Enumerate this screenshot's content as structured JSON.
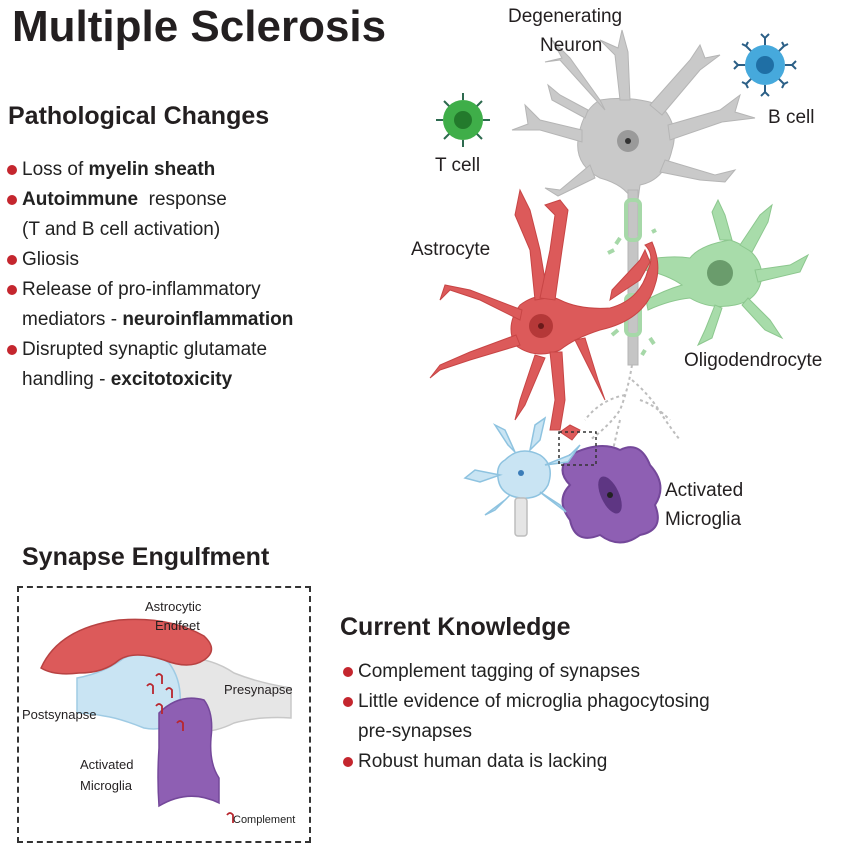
{
  "title": "Multiple Sclerosis",
  "pathological": {
    "heading": "Pathological Changes",
    "items": [
      {
        "l1a": "Loss of ",
        "l1b": "myelin sheath",
        "l2": ""
      },
      {
        "l1a": "",
        "l1b": "Autoimmune",
        "l1c": "  response",
        "l2": "(T and B cell activation)"
      },
      {
        "l1a": "Gliosis",
        "l2": ""
      },
      {
        "l1a": "Release of pro-inflammatory",
        "l2a": "mediators - ",
        "l2b": "neuroinflammation"
      },
      {
        "l1a": "Disrupted synaptic glutamate",
        "l2a": "handling - ",
        "l2b": "excitotoxicity"
      }
    ]
  },
  "diagram_labels": {
    "neuron_l1": "Degenerating",
    "neuron_l2": "Neuron",
    "b_cell": "B cell",
    "t_cell": "T cell",
    "astrocyte": "Astrocyte",
    "oligodendrocyte": "Oligodendrocyte",
    "microglia_l1": "Activated",
    "microglia_l2": "Microglia"
  },
  "engulfment": {
    "heading": "Synapse Engulfment",
    "astro_l1": "Astrocytic",
    "astro_l2": "Endfeet",
    "presynapse": "Presynapse",
    "postsynapse": "Postsynapse",
    "micro_l1": "Activated",
    "micro_l2": "Microglia",
    "complement": "Complement"
  },
  "knowledge": {
    "heading": "Current Knowledge",
    "items": [
      {
        "l1": "Complement tagging of synapses"
      },
      {
        "l1": "Little evidence of microglia phagocytosing",
        "l2": "pre-synapses"
      },
      {
        "l1": "Robust human data is lacking"
      }
    ]
  },
  "colors": {
    "bullet": "#c4262e",
    "astrocyte": "#dc5555",
    "neuron": "#c8c8c8",
    "oligodendrocyte": "#a6d8a8",
    "microglia": "#8e5fb3",
    "t_cell": "#3fae49",
    "b_cell": "#46a9dc",
    "postsynapse": "#c9e4f3"
  }
}
